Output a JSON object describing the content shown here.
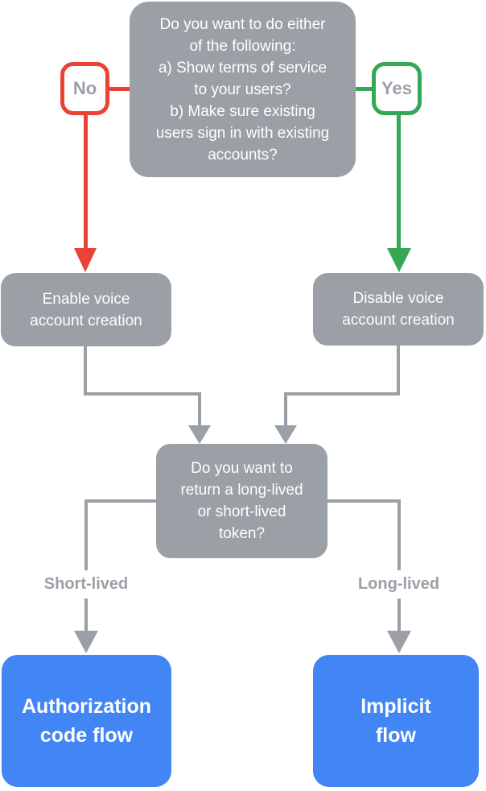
{
  "diagram": {
    "colors": {
      "node_gray": "#9AA0A6",
      "node_blue": "#4285F4",
      "no_red": "#EA4335",
      "yes_green": "#34A853",
      "connector_gray": "#9AA0A6",
      "label_text": "#9AA0A6",
      "node_text": "#FFFFFF",
      "page_bg": "#FFFFFF"
    },
    "nodes": {
      "question_service": {
        "lines": [
          "Do you want to do either",
          "of the following:",
          "a) Show terms of service",
          "to your users?",
          "b) Make sure existing",
          "users sign in with existing",
          "accounts?"
        ]
      },
      "badge_no": {
        "label": "No"
      },
      "badge_yes": {
        "label": "Yes"
      },
      "enable_voice": {
        "lines": [
          "Enable voice",
          "account creation"
        ]
      },
      "disable_voice": {
        "lines": [
          "Disable voice",
          "account creation"
        ]
      },
      "question_token": {
        "lines": [
          "Do you want to",
          "return a long-lived",
          "or short-lived",
          "token?"
        ]
      },
      "edge_short": {
        "label": "Short-lived"
      },
      "edge_long": {
        "label": "Long-lived"
      },
      "auth_code_flow": {
        "lines": [
          "Authorization",
          "code flow"
        ]
      },
      "implicit_flow": {
        "lines": [
          "Implicit",
          "flow"
        ]
      }
    }
  }
}
